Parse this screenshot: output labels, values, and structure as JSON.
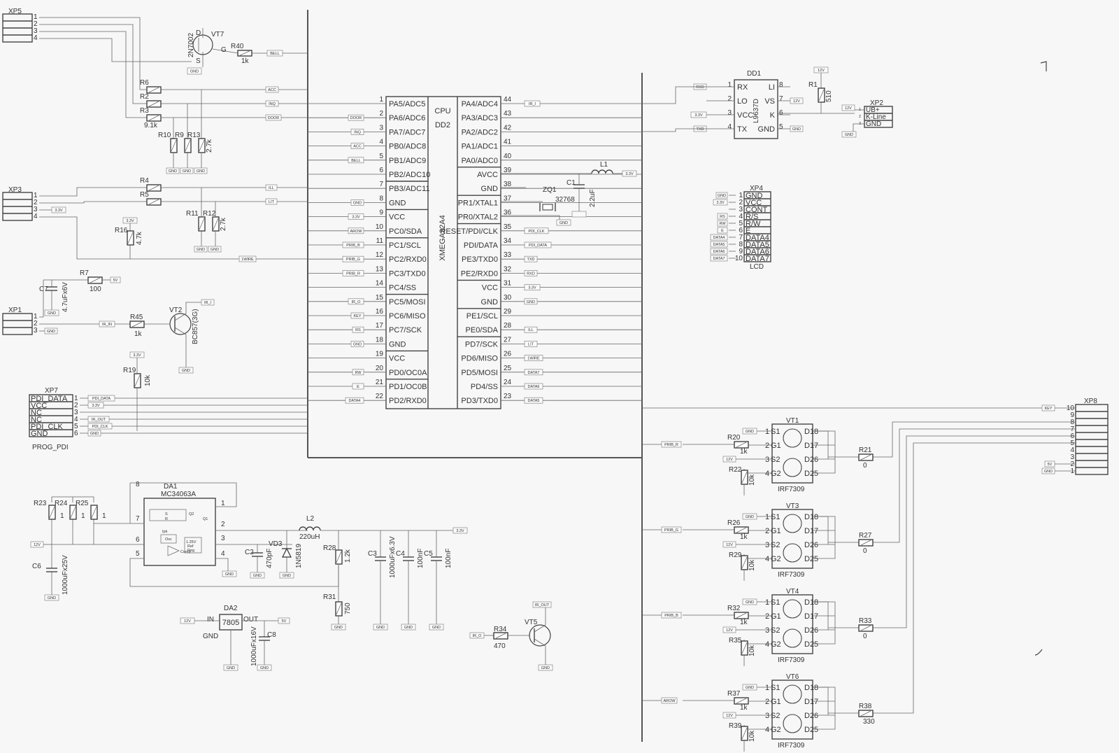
{
  "mcu": {
    "ref": "DD2",
    "type": "CPU",
    "part": "XMEGA32A4",
    "left_pins": [
      {
        "n": "1",
        "name": "PA5/ADC5",
        "net": ""
      },
      {
        "n": "2",
        "name": "PA6/ADC6",
        "net": "DOOR"
      },
      {
        "n": "3",
        "name": "PA7/ADC7",
        "net": "INQ"
      },
      {
        "n": "4",
        "name": "PB0/ADC8",
        "net": "ACC"
      },
      {
        "n": "5",
        "name": "PB1/ADC9",
        "net": "BELL"
      },
      {
        "n": "6",
        "name": "PB2/ADC10",
        "net": ""
      },
      {
        "n": "7",
        "name": "PB3/ADC11",
        "net": ""
      },
      {
        "n": "8",
        "name": "GND",
        "net": "GND"
      },
      {
        "n": "9",
        "name": "VCC",
        "net": "3.3V"
      },
      {
        "n": "10",
        "name": "PC0/SDA",
        "net": "AROW"
      },
      {
        "n": "11",
        "name": "PC1/SCL",
        "net": "PRIB_B"
      },
      {
        "n": "12",
        "name": "PC2/RXD0",
        "net": "PRIB_G"
      },
      {
        "n": "13",
        "name": "PC3/TXD0",
        "net": "PRIB_R"
      },
      {
        "n": "14",
        "name": "PC4/SS",
        "net": ""
      },
      {
        "n": "15",
        "name": "PC5/MOSI",
        "net": "IR_O"
      },
      {
        "n": "16",
        "name": "PC6/MISO",
        "net": "KEY"
      },
      {
        "n": "17",
        "name": "PC7/SCK",
        "net": "RS"
      },
      {
        "n": "18",
        "name": "GND",
        "net": "GND"
      },
      {
        "n": "19",
        "name": "VCC",
        "net": ""
      },
      {
        "n": "20",
        "name": "PD0/OC0A",
        "net": "RW"
      },
      {
        "n": "21",
        "name": "PD1/OC0B",
        "net": "E"
      },
      {
        "n": "22",
        "name": "PD2/RXD0",
        "net": "DATA4"
      }
    ],
    "right_pins": [
      {
        "n": "44",
        "name": "PA4/ADC4",
        "net": "IR_I"
      },
      {
        "n": "43",
        "name": "PA3/ADC3",
        "net": ""
      },
      {
        "n": "42",
        "name": "PA2/ADC2",
        "net": ""
      },
      {
        "n": "41",
        "name": "PA1/ADC1",
        "net": ""
      },
      {
        "n": "40",
        "name": "PA0/ADC0",
        "net": ""
      },
      {
        "n": "39",
        "name": "AVCC",
        "net": ""
      },
      {
        "n": "38",
        "name": "GND",
        "net": "GND"
      },
      {
        "n": "37",
        "name": "PR1/XTAL1",
        "net": ""
      },
      {
        "n": "36",
        "name": "PR0/XTAL2",
        "net": ""
      },
      {
        "n": "35",
        "name": "RESET/PDI/CLK",
        "net": "PDI_CLK"
      },
      {
        "n": "34",
        "name": "PDI/DATA",
        "net": "PDI_DATA"
      },
      {
        "n": "33",
        "name": "PE3/TXD0",
        "net": "TXD"
      },
      {
        "n": "32",
        "name": "PE2/RXD0",
        "net": "RXD"
      },
      {
        "n": "31",
        "name": "VCC",
        "net": "3.3V"
      },
      {
        "n": "30",
        "name": "GND",
        "net": "GND"
      },
      {
        "n": "29",
        "name": "PE1/SCL",
        "net": ""
      },
      {
        "n": "28",
        "name": "PE0/SDA",
        "net": "ILL"
      },
      {
        "n": "27",
        "name": "PD7/SCK",
        "net": "LIT"
      },
      {
        "n": "26",
        "name": "PD6/MISO",
        "net": "1WIRE"
      },
      {
        "n": "25",
        "name": "PD5/MOSI",
        "net": "DATA7"
      },
      {
        "n": "24",
        "name": "PD4/SS",
        "net": "DATA6"
      },
      {
        "n": "23",
        "name": "PD3/TXD0",
        "net": "DATA5"
      }
    ]
  },
  "xp5": {
    "ref": "XP5",
    "pins": [
      "1",
      "2",
      "3",
      "4"
    ]
  },
  "xp3": {
    "ref": "XP3",
    "pins": [
      "1",
      "2",
      "3",
      "4"
    ],
    "pin3_net": "3.3V"
  },
  "xp1": {
    "ref": "XP1",
    "pins": [
      "1",
      "2",
      "3"
    ],
    "gnd_net": "GND"
  },
  "vt7": {
    "ref": "VT7",
    "part": "2N7002",
    "d": "D",
    "g": "G",
    "s": "S",
    "gnd": "GND"
  },
  "r40": {
    "ref": "R40",
    "value": "1k",
    "net": "BELL"
  },
  "r6": {
    "ref": "R6",
    "net": "ACC"
  },
  "r2": {
    "ref": "R2",
    "net": "INQ"
  },
  "r3": {
    "ref": "R3",
    "value": "9.1k",
    "net": "DOOR"
  },
  "r10": {
    "ref": "R10"
  },
  "r9": {
    "ref": "R9"
  },
  "r13": {
    "ref": "R13",
    "value": "2.7k"
  },
  "gnd1": "GND",
  "gnd2": "GND",
  "gnd3": "GND",
  "r4": {
    "ref": "R4",
    "net": "ILL"
  },
  "r5": {
    "ref": "R5",
    "net": "LIT"
  },
  "r16": {
    "ref": "R16",
    "value": "4.7k",
    "net": "3.3V"
  },
  "r11": {
    "ref": "R11"
  },
  "r12": {
    "ref": "R12",
    "value": "2.7k"
  },
  "gnd4": "GND",
  "gnd5": "GND",
  "onewire": "1WIRE",
  "r7": {
    "ref": "R7",
    "value": "100",
    "net": "5V"
  },
  "c7": {
    "ref": "C7",
    "value": "4.7uFx6V",
    "gnd": "GND"
  },
  "r45": {
    "ref": "R45",
    "value": "1k",
    "net": "IR_IN"
  },
  "vt2": {
    "ref": "VT2",
    "part": "BC857(3G)",
    "net": "IR_I",
    "gnd": "GND"
  },
  "r19": {
    "ref": "R19",
    "value": "10k",
    "net": "3.3V"
  },
  "xp7": {
    "ref": "XP7",
    "caption": "PROG_PDI",
    "rows": [
      {
        "name": "PDI_DATA",
        "n": "1",
        "net": "PDI_DATA"
      },
      {
        "name": "VCC",
        "n": "2",
        "net": "3.3V"
      },
      {
        "name": "NC",
        "n": "3",
        "net": ""
      },
      {
        "name": "NC",
        "n": "4",
        "net": "IR_OUT"
      },
      {
        "name": "PDI_CLK",
        "n": "5",
        "net": "PDI_CLK"
      },
      {
        "name": "GND",
        "n": "6",
        "net": "GND"
      }
    ]
  },
  "da1": {
    "ref": "DA1",
    "part": "MC34063A",
    "pins_left": [
      "8",
      "7",
      "6",
      "5"
    ],
    "pins_right": [
      "1",
      "2",
      "3",
      "4"
    ],
    "inner": [
      "S",
      "R",
      "Q2",
      "Q1",
      "Ipk",
      "Osc",
      "Comp",
      "1.25V",
      "Ref",
      "Reg"
    ],
    "net12": "12V",
    "gnd": "GND"
  },
  "r23": {
    "ref": "R23",
    "value": "1"
  },
  "r24": {
    "ref": "R24",
    "value": "1"
  },
  "r25": {
    "ref": "R25",
    "value": "1"
  },
  "c6": {
    "ref": "C6",
    "value": "1000uFx25V",
    "gnd": "GND"
  },
  "c2": {
    "ref": "C2",
    "value": "470pF",
    "gnd": "GND"
  },
  "vd3": {
    "ref": "VD3",
    "value": "1N5819",
    "gnd": "GND"
  },
  "l2": {
    "ref": "L2",
    "value": "220uH"
  },
  "rail33": "3.3V",
  "r28": {
    "ref": "R28",
    "value": "1.2k"
  },
  "r31": {
    "ref": "R31",
    "value": "750",
    "gnd": "GND"
  },
  "c3": {
    "ref": "C3",
    "value": "1000uFx6.3V",
    "gnd": "GND"
  },
  "c4": {
    "ref": "C4",
    "value": "100nF",
    "gnd": "GND"
  },
  "c5": {
    "ref": "C5",
    "value": "100nF",
    "gnd": "GND"
  },
  "da2": {
    "ref": "DA2",
    "part": "7805",
    "in": "IN",
    "out": "OUT",
    "gnd_label": "GND",
    "in_net": "12V",
    "out_net": "5V",
    "gnd": "GND"
  },
  "c8": {
    "ref": "C8",
    "value": "1000uFx16V",
    "gnd": "GND"
  },
  "vt5": {
    "ref": "VT5",
    "net_out": "IR_OUT",
    "gnd": "GND"
  },
  "r34": {
    "ref": "R34",
    "value": "470",
    "net": "IR_O"
  },
  "dd1": {
    "ref": "DD1",
    "part": "L9637D",
    "left": [
      {
        "n": "1",
        "name": "RX",
        "net": "RXD"
      },
      {
        "n": "2",
        "name": "LO",
        "net": ""
      },
      {
        "n": "3",
        "name": "VCC",
        "net": "3.3V"
      },
      {
        "n": "4",
        "name": "TX",
        "net": "TXD"
      }
    ],
    "right": [
      {
        "n": "8",
        "name": "LI",
        "net": ""
      },
      {
        "n": "7",
        "name": "VS",
        "net": "12V"
      },
      {
        "n": "6",
        "name": "K",
        "net": ""
      },
      {
        "n": "5",
        "name": "GND",
        "net": "GND"
      }
    ]
  },
  "r1": {
    "ref": "R1",
    "value": "510",
    "net": "12V"
  },
  "xp2": {
    "ref": "XP2",
    "rows": [
      "UB+",
      "K-Line",
      "GND"
    ],
    "nums": [
      "1",
      "2",
      "3"
    ],
    "net_in": "12V",
    "gnd": "GND"
  },
  "xp4": {
    "ref": "XP4",
    "caption": "LCD",
    "rows": [
      {
        "n": "1",
        "name": "GND",
        "net": "GND"
      },
      {
        "n": "2",
        "name": "VCC",
        "net": "3.3V"
      },
      {
        "n": "3",
        "name": "CONT",
        "net": ""
      },
      {
        "n": "4",
        "name": "R/S",
        "net": "RS"
      },
      {
        "n": "5",
        "name": "R/W",
        "net": "RW"
      },
      {
        "n": "6",
        "name": "E",
        "net": "E"
      },
      {
        "n": "7",
        "name": "DATA4",
        "net": "DATA4"
      },
      {
        "n": "8",
        "name": "DATA5",
        "net": "DATA5"
      },
      {
        "n": "9",
        "name": "DATA6",
        "net": "DATA6"
      },
      {
        "n": "10",
        "name": "DATA7",
        "net": "DATA7"
      }
    ]
  },
  "l1": {
    "ref": "L1",
    "net": "3.3V"
  },
  "c1": {
    "ref": "C1",
    "value": "2.2uF"
  },
  "zq1": {
    "ref": "ZQ1",
    "value": "32768",
    "gnd": "GND"
  },
  "xp8": {
    "ref": "XP8",
    "pins": [
      "10",
      "9",
      "8",
      "7",
      "6",
      "5",
      "4",
      "3",
      "2",
      "1"
    ],
    "key": "KEY",
    "n5v": "5V",
    "gnd": "GND"
  },
  "drivers": [
    {
      "vt": "VT1",
      "rg": "R20",
      "rg_val": "1k",
      "rp": "R22",
      "rp_val": "10k",
      "ro": "R21",
      "ro_val": "0",
      "net": "PRIB_R"
    },
    {
      "vt": "VT3",
      "rg": "R26",
      "rg_val": "1k",
      "rp": "R29",
      "rp_val": "10k",
      "ro": "R27",
      "ro_val": "0",
      "net": "PRIB_G"
    },
    {
      "vt": "VT4",
      "rg": "R32",
      "rg_val": "1k",
      "rp": "R35",
      "rp_val": "10k",
      "ro": "R33",
      "ro_val": "0",
      "net": "PRIB_B"
    },
    {
      "vt": "VT6",
      "rg": "R37",
      "rg_val": "1k",
      "rp": "R39",
      "rp_val": "10k",
      "ro": "R38",
      "ro_val": "330",
      "net": "AROW"
    }
  ],
  "driver_common": {
    "part": "IRF7309",
    "pins": [
      "1",
      "S1",
      "2",
      "G1",
      "3",
      "S2",
      "4",
      "G2",
      "D18",
      "D17",
      "D26",
      "D25"
    ],
    "n12": "12V",
    "gnd": "GND"
  }
}
